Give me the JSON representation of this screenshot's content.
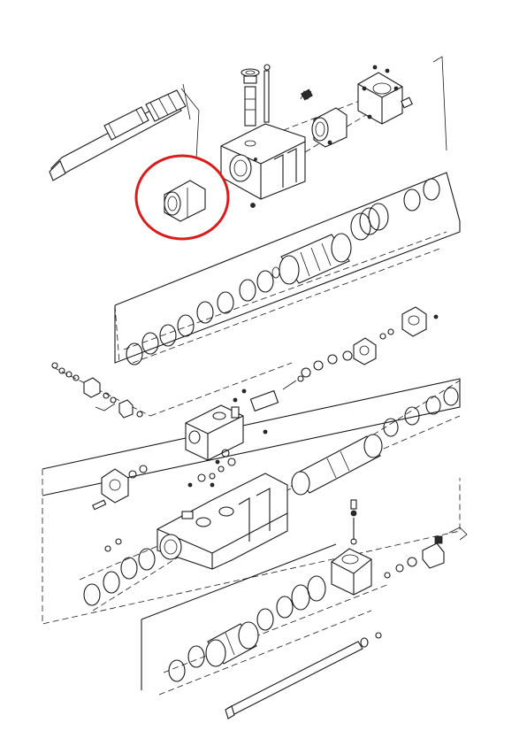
{
  "diagram": {
    "style": "exploded-view line drawing",
    "line_color": "#1a1a1a",
    "background": "#ffffff",
    "highlight": {
      "shape": "ellipse",
      "color": "#d81d1d",
      "target": "bushing"
    }
  }
}
